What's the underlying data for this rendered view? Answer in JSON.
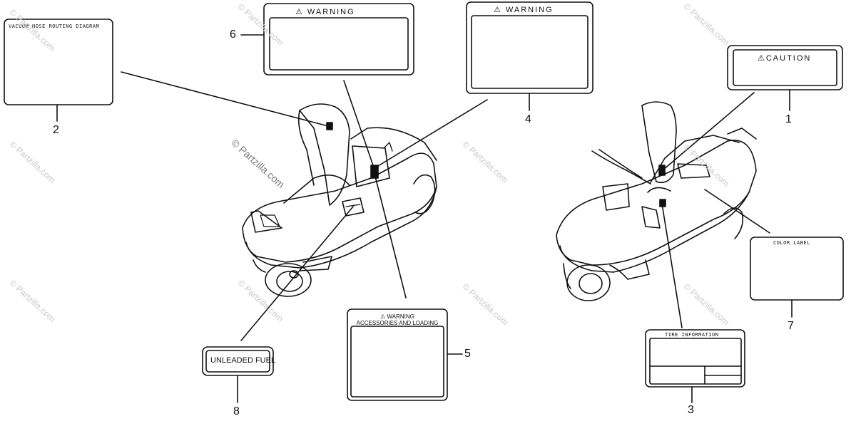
{
  "labels": {
    "vacuum_hose": "VACUUM HOSE ROUTING DIAGRAM",
    "warning": "⚠ WARNING",
    "caution": "⚠CAUTION",
    "accessories_line1": "⚠ WARNING",
    "accessories_line2": "ACCESSORIES AND LOADING",
    "color_label": "COLOR LABEL",
    "tire_information": "TIRE INFORMATION",
    "unleaded_fuel": "UNLEADED FUEL"
  },
  "callouts": [
    "1",
    "2",
    "3",
    "4",
    "5",
    "6",
    "7",
    "8"
  ],
  "watermark": "© Partzilla.com"
}
